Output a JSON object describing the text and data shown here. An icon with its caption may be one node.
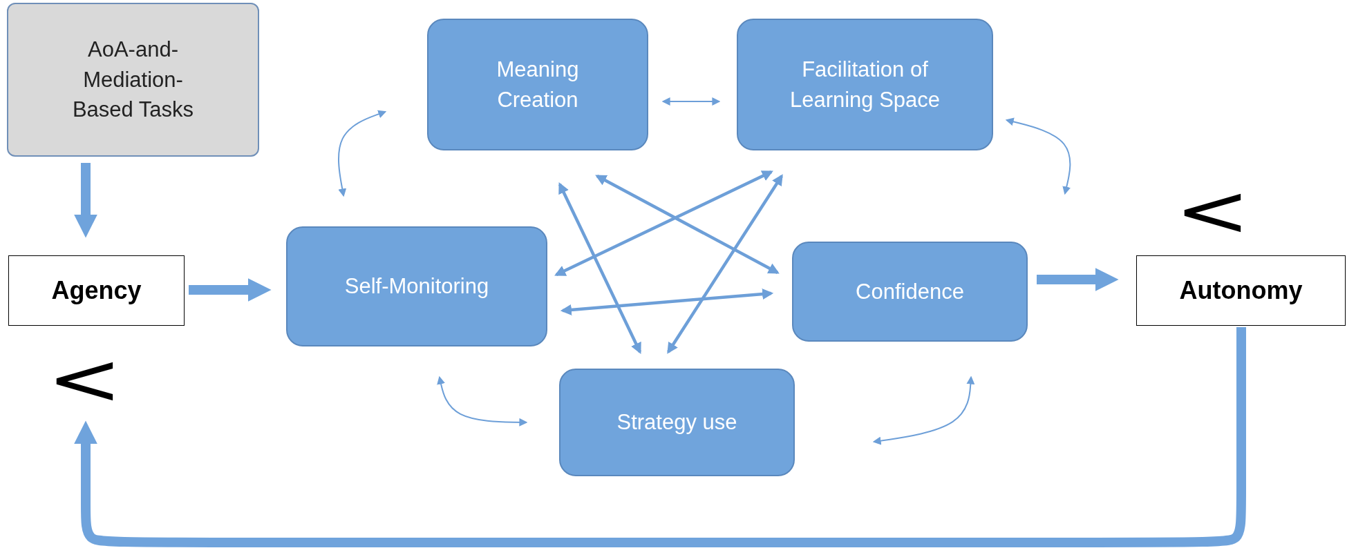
{
  "diagram": {
    "nodes": [
      {
        "text": [
          "AoA-and-Mediation-Based Tasks"
        ]
      },
      {
        "text": [
          "Meaning Creation"
        ]
      },
      {
        "text": [
          "Facilitation of Learning Space"
        ]
      },
      {
        "text": [
          "Agency"
        ]
      },
      {
        "text": [
          "Self-Monitoring"
        ]
      },
      {
        "text": [
          "Confidence"
        ]
      },
      {
        "text": [
          "Autonomy"
        ]
      },
      {
        "text": [
          "Strategy use"
        ]
      }
    ],
    "edges": [
      {
        "from": 0,
        "to": 3,
        "arrow": "to",
        "style": "thick"
      },
      {
        "from": 3,
        "to": 4,
        "arrow": "to",
        "style": "thick"
      },
      {
        "from": 5,
        "to": 6,
        "arrow": "to",
        "style": "thick"
      },
      {
        "from": 6,
        "to": 3,
        "arrow": "to",
        "style": "thick"
      },
      {
        "from": 1,
        "to": 2,
        "arrow": "both"
      },
      {
        "from": 1,
        "to": 4,
        "arrow": "both"
      },
      {
        "from": 2,
        "to": 5,
        "arrow": "both"
      },
      {
        "from": 4,
        "to": 7,
        "arrow": "both"
      },
      {
        "from": 7,
        "to": 5,
        "arrow": "both"
      },
      {
        "from": 1,
        "to": 5,
        "arrow": "both"
      },
      {
        "from": 1,
        "to": 7,
        "arrow": "both"
      },
      {
        "from": 2,
        "to": 4,
        "arrow": "both"
      },
      {
        "from": 2,
        "to": 7,
        "arrow": "both"
      },
      {
        "from": 4,
        "to": 5,
        "arrow": "both"
      }
    ],
    "labels": [
      "<",
      "<"
    ]
  }
}
